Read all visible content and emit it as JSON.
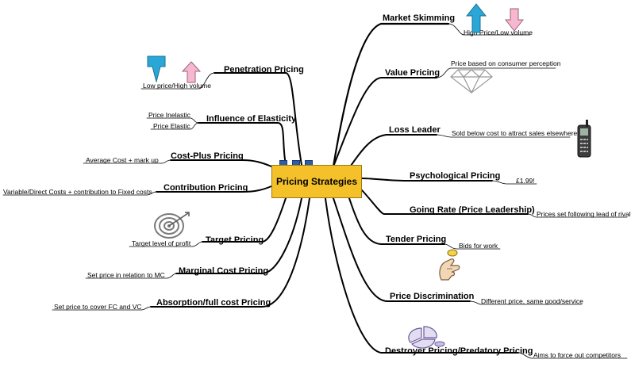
{
  "central": {
    "title": "Pricing Strategies"
  },
  "branches": {
    "market_skimming": {
      "label": "Market Skimming",
      "note": "High Price/Low volume"
    },
    "value_pricing": {
      "label": "Value Pricing",
      "note": "Price based on consumer perception"
    },
    "loss_leader": {
      "label": "Loss Leader",
      "note": "Sold below cost to attract sales elsewhere"
    },
    "psychological_pricing": {
      "label": "Psychological Pricing",
      "note": "£1.99!"
    },
    "going_rate": {
      "label": "Going Rate (Price Leadership)",
      "note": "Prices set following lead of rivals"
    },
    "tender_pricing": {
      "label": "Tender Pricing",
      "note": "Bids for work"
    },
    "price_discrimination": {
      "label": "Price Discrimination",
      "note": "Different price, same good/service"
    },
    "destroyer_pricing": {
      "label": "Destroyer Pricing/Predatory Pricing",
      "note": "Aims to force out competitors"
    },
    "penetration_pricing": {
      "label": "Penetration Pricing",
      "note": "Low price/High volume"
    },
    "influence_of_elasticity": {
      "label": "Influence of Elasticity",
      "note_1": "Price Inelastic",
      "note_2": "Price Elastic"
    },
    "cost_plus_pricing": {
      "label": "Cost-Plus Pricing",
      "note": "Average Cost + mark up"
    },
    "contribution_pricing": {
      "label": "Contribution Pricing",
      "note": "Variable/Direct Costs + contribution to Fixed costs"
    },
    "target_pricing": {
      "label": "Target Pricing",
      "note": "Target level of profit"
    },
    "marginal_cost_pricing": {
      "label": "Marginal Cost Pricing",
      "note": "Set price in relation to MC"
    },
    "absorption_pricing": {
      "label": "Absorption/full cost Pricing",
      "note": "Set price to cover FC and VC"
    }
  },
  "icons": {
    "up_arrow_color": "#2aa7d6",
    "down_arrow_color": "#f7b8cf",
    "penetration_down_color": "#2aa7d6",
    "penetration_up_color": "#f7b8cf",
    "central_fill": "#f4c12a",
    "tab_color": "#2f5ea8",
    "branch_color": "#000000"
  }
}
